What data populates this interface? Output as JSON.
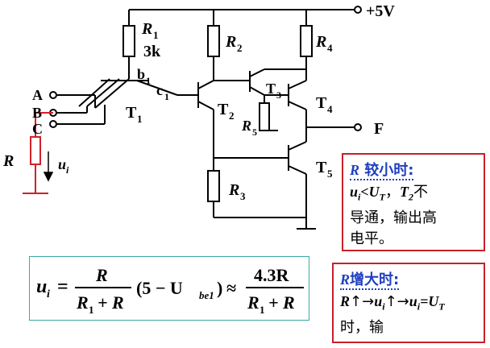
{
  "labels": {
    "supply": "+5V",
    "r1": "R",
    "r1_sub": "1",
    "r1_value": "3k",
    "r2": "R",
    "r2_sub": "2",
    "r3": "R",
    "r3_sub": "3",
    "r4": "R",
    "r4_sub": "4",
    "r5": "R",
    "r5_sub": "5",
    "t1": "T",
    "t1_sub": "1",
    "t2": "T",
    "t2_sub": "2",
    "t3": "T",
    "t3_sub": "3",
    "t4": "T",
    "t4_sub": "4",
    "t5": "T",
    "t5_sub": "5",
    "b1": "b",
    "b1_sub": "1",
    "c1": "c",
    "c1_sub": "1",
    "input_a": "A",
    "input_b": "B",
    "input_c": "C",
    "output_f": "F",
    "r_ext": "R",
    "ui": "u",
    "ui_sub": "i"
  },
  "note_small": {
    "title_r": "R",
    "title_rest": " 较小时:",
    "line1_u": "u",
    "line1_sub": "i",
    "line1_lt": "<",
    "line1_U": "U",
    "line1_Usub": "T",
    "line1_mid": "，",
    "line1_T": "T",
    "line1_Tsub": "2",
    "line1_end": "不",
    "line2": "导通，输出高",
    "line3": "电平。"
  },
  "note_large": {
    "title_r": "R",
    "title_rest": "增大时:",
    "line1_a": "R",
    "arrow": "↑",
    "to": "→",
    "line1_u": "u",
    "line1_sub": "i",
    "line1_eq": "=",
    "line1_U": "U",
    "line1_Usub": "T",
    "line2": "时，输"
  },
  "formula": {
    "lhs_u": "u",
    "lhs_sub": "i",
    "eq": "=",
    "num1": "R",
    "den1_r": "R",
    "den1_sub": "1",
    "den1_plus": "+ R",
    "paren": "(5 − U",
    "paren_sub": "be1",
    "paren_close": ")",
    "approx": "≈",
    "num2": "4.3R",
    "den2_r": "R",
    "den2_sub": "1",
    "den2_plus": "+ R"
  },
  "colors": {
    "wire": "#000000",
    "input_wire": "#d0202a",
    "note_border": "#c8202a",
    "note_title": "#1f3fbf",
    "formula_border": "#3aa8a0"
  }
}
